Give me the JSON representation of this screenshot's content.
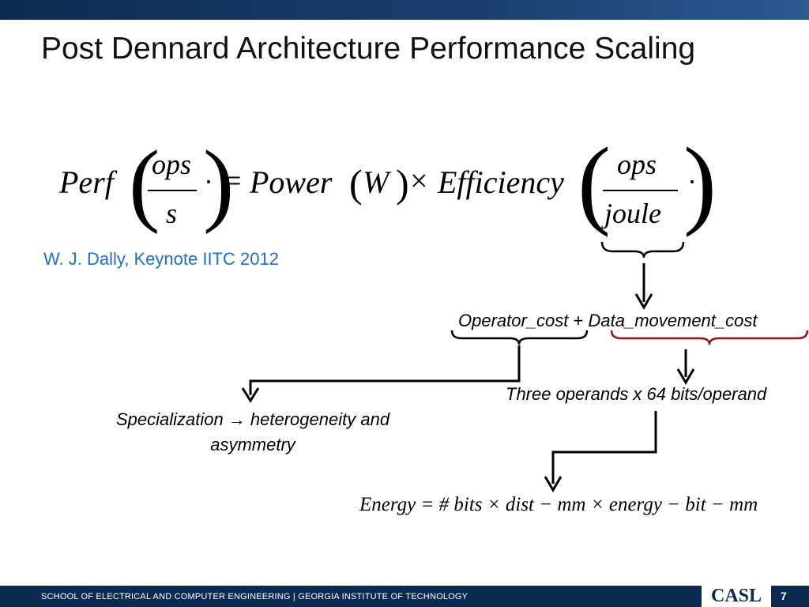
{
  "slide": {
    "title": "Post Dennard Architecture Performance Scaling",
    "citation": "W. J. Dally, Keynote IITC 2012"
  },
  "equation": {
    "perf": "Perf",
    "ops_1": "ops",
    "s": "s",
    "equals": "=",
    "power": "Power",
    "w": "W",
    "times": "×",
    "efficiency": "Efficiency",
    "ops_2": "ops",
    "joule": "joule",
    "dot": "·"
  },
  "breakdown": {
    "operator_cost": "Operator_cost",
    "plus": " + ",
    "data_movement_cost": "Data_movement_cost",
    "three_operands": "Three operands x 64 bits/operand",
    "specialization": "Specialization → heterogeneity and asymmetry",
    "energy_formula": "Energy = # bits × dist − mm × energy − bit − mm"
  },
  "footer": {
    "school": "SCHOOL OF ELECTRICAL AND COMPUTER ENGINEERING | GEORGIA INSTITUTE OF TECHNOLOGY",
    "logo": "CASL",
    "page": "7"
  },
  "colors": {
    "accent_blue": "#1f6fc8",
    "navy": "#0d2b52",
    "brace_red": "#8b1a1a"
  }
}
